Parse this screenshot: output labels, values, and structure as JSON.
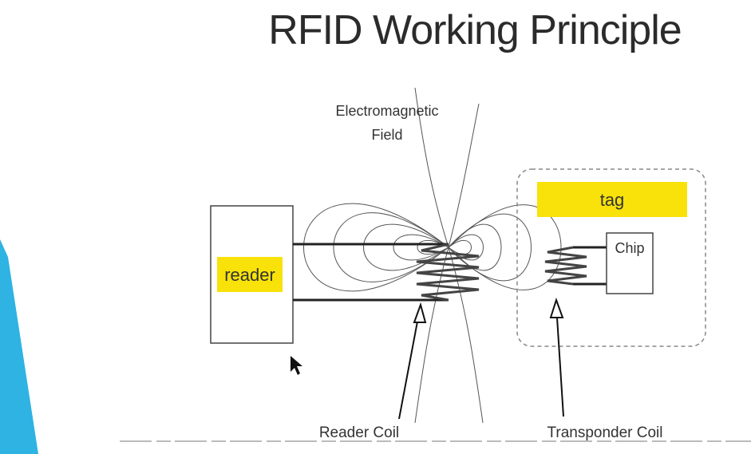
{
  "title": "RFID Working Principle",
  "labels": {
    "field_line1": "Electromagnetic",
    "field_line2": "Field",
    "reader": "reader",
    "tag": "tag",
    "chip": "Chip",
    "reader_coil": "Reader Coil",
    "transponder_coil": "Transponder Coil"
  },
  "colors": {
    "highlight": "#f8e20a",
    "accent_triangle": "#2eb3e3",
    "line": "#333333",
    "dashed_border": "#888888"
  }
}
